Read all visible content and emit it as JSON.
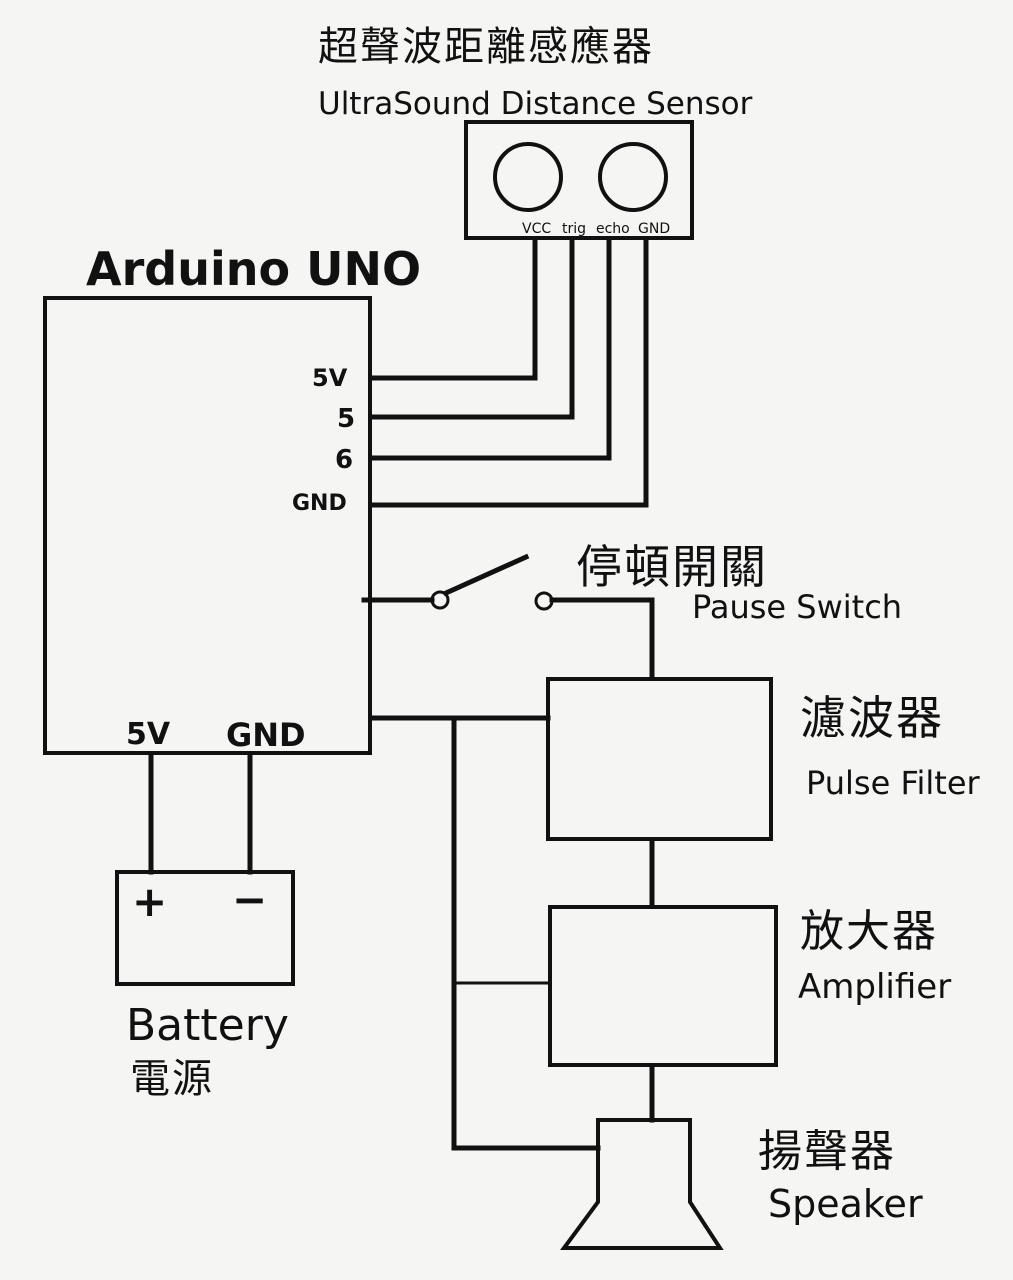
{
  "sensor": {
    "title_zh": "超聲波距離感應器",
    "title_en": "UltraSound Distance Sensor",
    "pins": [
      "VCC",
      "trig",
      "echo",
      "GND"
    ]
  },
  "arduino": {
    "title": "Arduino UNO",
    "right_pins": [
      "5V",
      "5",
      "6",
      "GND"
    ],
    "bottom_pins": [
      "5V",
      "GND"
    ]
  },
  "switch": {
    "label_zh": "停頓開關",
    "label_en": "Pause Switch"
  },
  "filter": {
    "label_zh": "濾波器",
    "label_en": "Pulse Filter"
  },
  "amplifier": {
    "label_zh": "放大器",
    "label_en": "Amplifier"
  },
  "speaker": {
    "label_zh": "揚聲器",
    "label_en": "Speaker"
  },
  "battery": {
    "plus": "+",
    "minus": "−",
    "label_en": "Battery",
    "label_zh": "電源"
  }
}
